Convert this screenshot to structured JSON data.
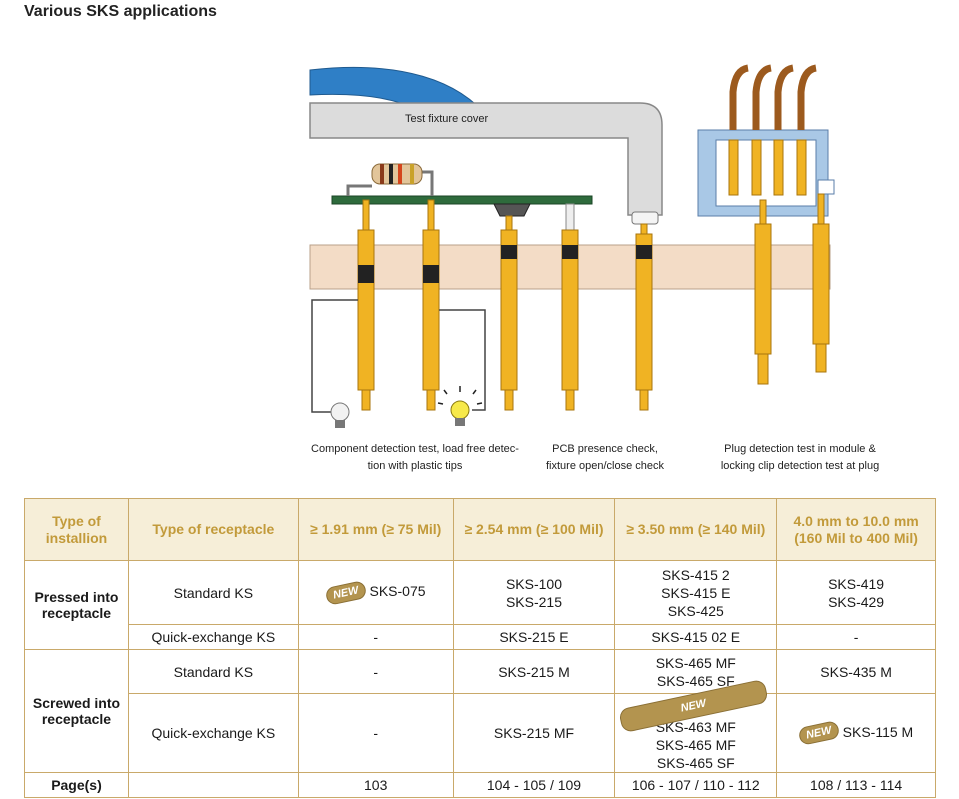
{
  "title": "Various SKS applications",
  "diagram": {
    "cover_label": "Test fixture cover",
    "captions": {
      "component": [
        "Component detection test, load free detec-",
        "tion with plastic tips"
      ],
      "pcb": [
        "PCB presence check,",
        "fixture open/close check"
      ],
      "plug": [
        "Plug detection test in module &",
        "locking clip detection test at plug"
      ]
    },
    "colors": {
      "hose": "#2f7fc6",
      "pin": "#f0b323",
      "board": "#f3dcc6",
      "pcb": "#2e6b3c",
      "module": "#a9c8e6",
      "wire": "#9c5a1e"
    }
  },
  "table": {
    "headers": [
      "Type of installion",
      "Type of receptacle",
      "≥ 1.91 mm (≥ 75 Mil)",
      "≥ 2.54 mm (≥ 100 Mil)",
      "≥ 3.50 mm (≥ 140 Mil)",
      "4.0 mm to 10.0 mm (160 Mil to 400 Mil)"
    ],
    "new_label": "NEW",
    "pressed_label": "Pressed into receptacle",
    "screwed_label": "Screwed into receptacle",
    "pages_label": "Page(s)",
    "rows": {
      "pressed_standard": {
        "type": "Standard KS",
        "c1": "SKS-075",
        "c2": [
          "SKS-100",
          "SKS-215"
        ],
        "c3": [
          "SKS-415 2",
          "SKS-415 E",
          "SKS-425"
        ],
        "c4": [
          "SKS-419",
          "SKS-429"
        ]
      },
      "pressed_quick": {
        "type": "Quick-exchange KS",
        "c1": "-",
        "c2": "SKS-215 E",
        "c3": "SKS-415 02 E",
        "c4": "-"
      },
      "screwed_standard": {
        "type": "Standard KS",
        "c1": "-",
        "c2": "SKS-215 M",
        "c3": [
          "SKS-465 MF",
          "SKS-465 SF"
        ],
        "c4": "SKS-435 M"
      },
      "screwed_quick": {
        "type": "Quick-exchange KS",
        "c1": "-",
        "c2": "SKS-215 MF",
        "c3": [
          "SKS-463 MF",
          "SKS-465 MF",
          "SKS-465 SF"
        ],
        "c4": "SKS-115 M"
      }
    },
    "pages": [
      "103",
      "104 - 105 / 109",
      "106 - 107 / 110 - 112",
      "108 / 113 - 114"
    ]
  }
}
